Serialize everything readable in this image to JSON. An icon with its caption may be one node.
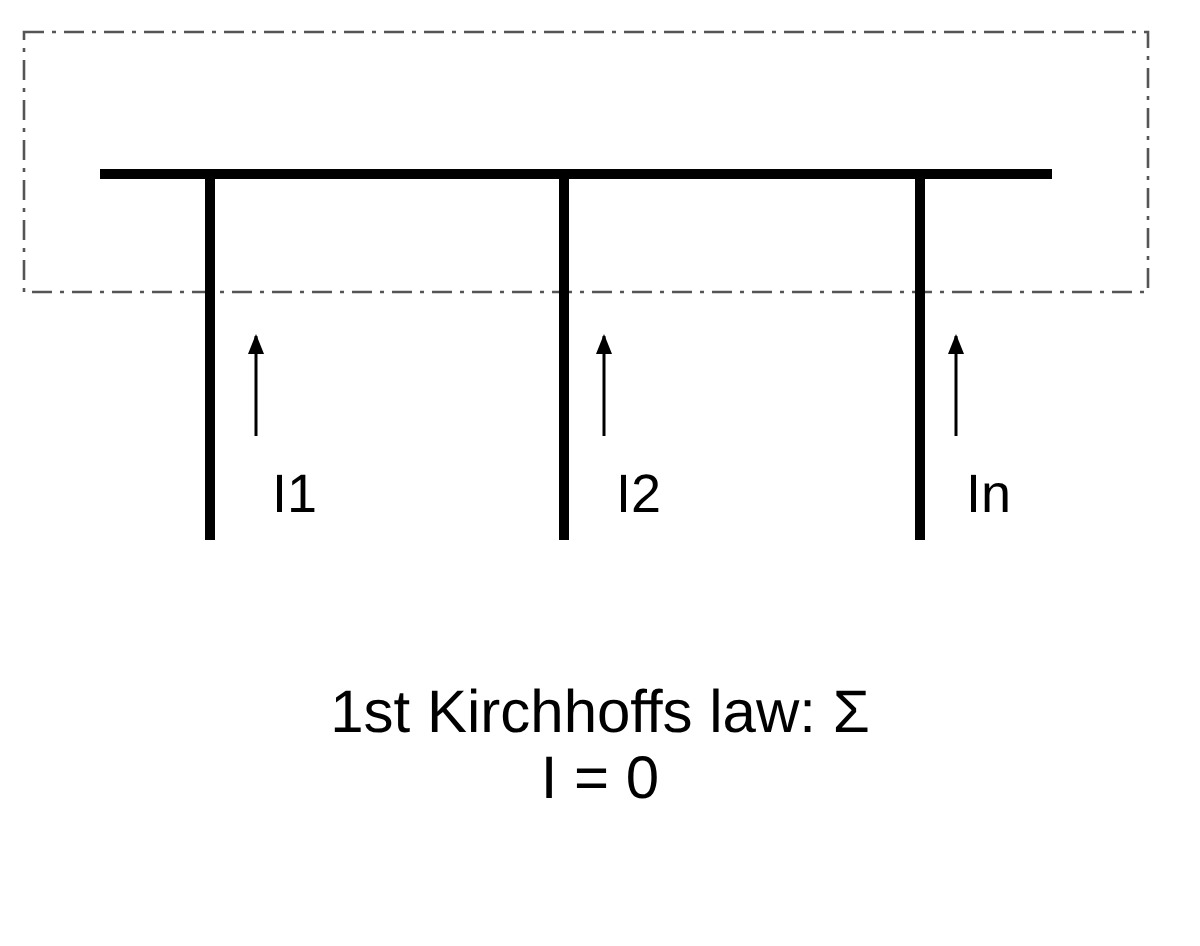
{
  "diagram": {
    "caption": "1st Kirchhoffs law: Σ I = 0",
    "labels": [
      "I1",
      "I2",
      "In"
    ]
  }
}
